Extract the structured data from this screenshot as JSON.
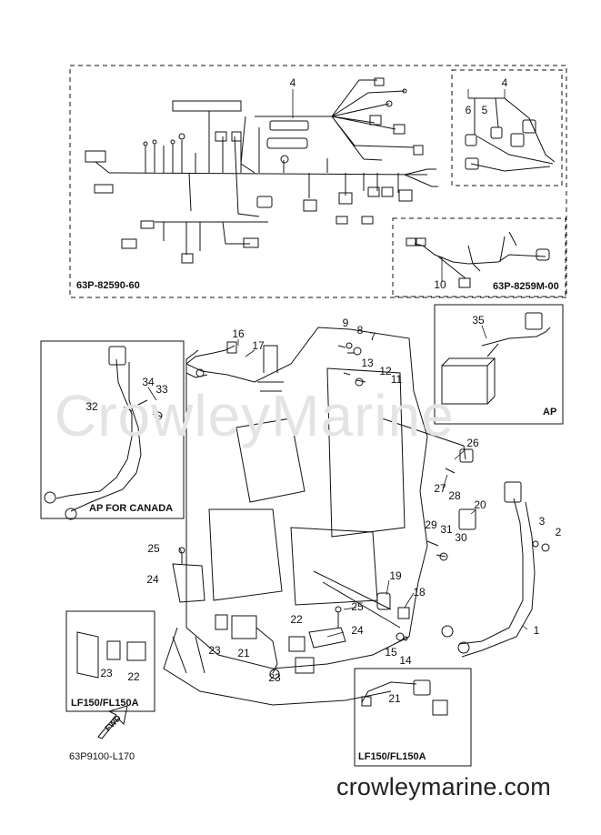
{
  "watermark": "CrowleyMarine",
  "panel_codes": {
    "harness_main": "63P-82590-60",
    "harness_sub": "63P-8259M-00",
    "ap": "AP",
    "ap_canada": "AP FOR CANADA",
    "lf150_left": "LF150/FL150A",
    "lf150_right": "LF150/FL150A"
  },
  "fwd_label": "FWD",
  "diagram_code": "63P9100-L170",
  "website": "crowleymarine.com",
  "callouts": [
    "4",
    "4",
    "5",
    "6",
    "10",
    "35",
    "9",
    "8",
    "7",
    "16",
    "17",
    "13",
    "12",
    "11",
    "34",
    "33",
    "32",
    "26",
    "27",
    "28",
    "20",
    "3",
    "2",
    "29",
    "31",
    "30",
    "25",
    "24",
    "19",
    "18",
    "25",
    "22",
    "24",
    "23",
    "21",
    "15",
    "14",
    "1",
    "23",
    "22",
    "21",
    "23"
  ]
}
